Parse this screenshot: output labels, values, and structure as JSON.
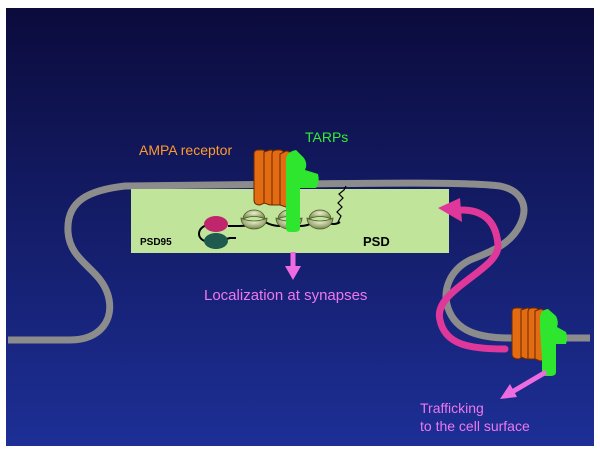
{
  "labels": {
    "ampa_receptor": "AMPA receptor",
    "tarps": "TARPs",
    "psd95": "PSD95",
    "psd": "PSD",
    "localization": "Localization at synapses",
    "trafficking_line1": "Trafficking",
    "trafficking_line2": "to the cell surface"
  },
  "colors": {
    "background_top": "#0b0b3c",
    "background_bottom": "#1d2f96",
    "membrane": "#8c8c8c",
    "psd_box": "#bfe49a",
    "ampa_receptor": "#e36b12",
    "tarp": "#2fe62f",
    "arrow_magenta": "#e0389a",
    "arrow_pink": "#ee6be0",
    "psd95_top": "#c0266b",
    "psd95_bottom": "#1f5a4e",
    "pdz_domain": "#8a9a5a",
    "label_orange": "#ff9a30",
    "label_green": "#33ee33",
    "label_pink": "#ee77ee"
  }
}
